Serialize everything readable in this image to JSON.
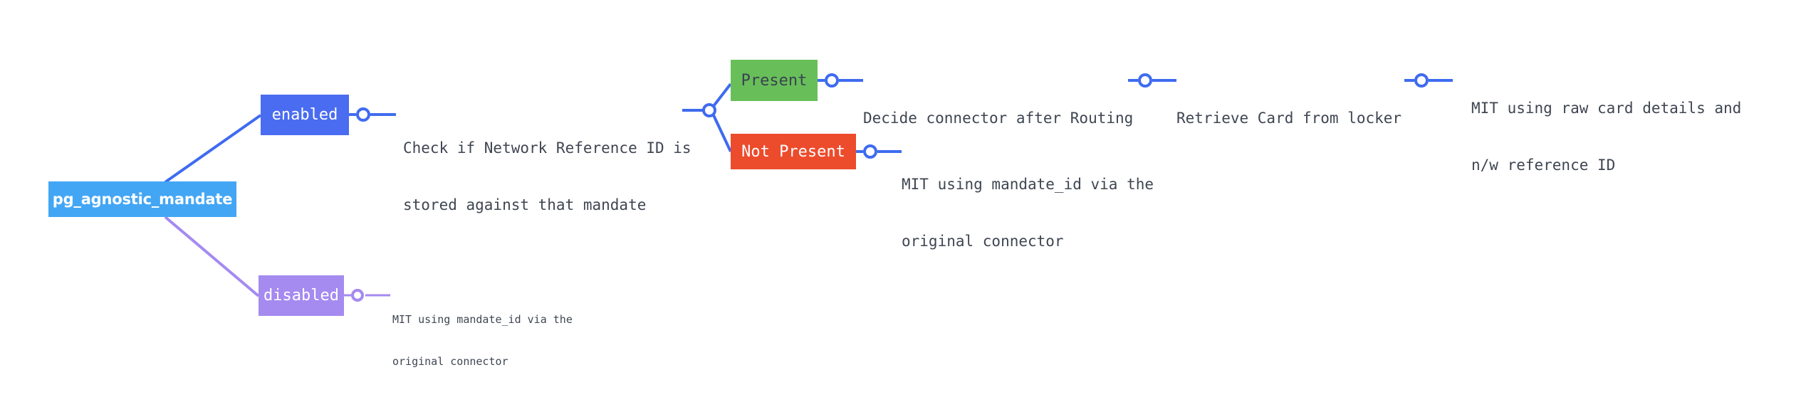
{
  "diagram": {
    "type": "mindmap",
    "background_color": "#ffffff",
    "root": {
      "label": "pg_agnostic_mandate",
      "color": "#43a6f5",
      "text_color": "#ffffff"
    },
    "branches": [
      {
        "id": "enabled",
        "label": "enabled",
        "color": "#4a6cf0",
        "text_color": "#ffffff",
        "edge_color": "#3f6bf0",
        "children": [
          {
            "id": "check-nw-ref",
            "label_line1": "Check if Network Reference ID is",
            "label_line2": "stored against that mandate",
            "children": [
              {
                "id": "present",
                "label": "Present",
                "color": "#68bf59",
                "text_color": "#3a4250",
                "children": [
                  {
                    "id": "decide-connector",
                    "label": "Decide connector after Routing",
                    "children": [
                      {
                        "id": "retrieve-card",
                        "label": "Retrieve Card from locker",
                        "children": [
                          {
                            "id": "mit-raw-card",
                            "label_line1": "MIT using raw card details and",
                            "label_line2": "n/w reference ID"
                          }
                        ]
                      }
                    ]
                  }
                ]
              },
              {
                "id": "not-present",
                "label": "Not Present",
                "color": "#ec4b2c",
                "text_color": "#ffffff",
                "children": [
                  {
                    "id": "mit-mandate-id-a",
                    "label_line1": "MIT using mandate_id via the",
                    "label_line2": "original connector"
                  }
                ]
              }
            ]
          }
        ]
      },
      {
        "id": "disabled",
        "label": "disabled",
        "color": "#a58af0",
        "text_color": "#ffffff",
        "edge_color": "#a58af0",
        "children": [
          {
            "id": "mit-mandate-id-b",
            "label_line1": "MIT using mandate_id via the",
            "label_line2": "original connector"
          }
        ]
      }
    ]
  }
}
